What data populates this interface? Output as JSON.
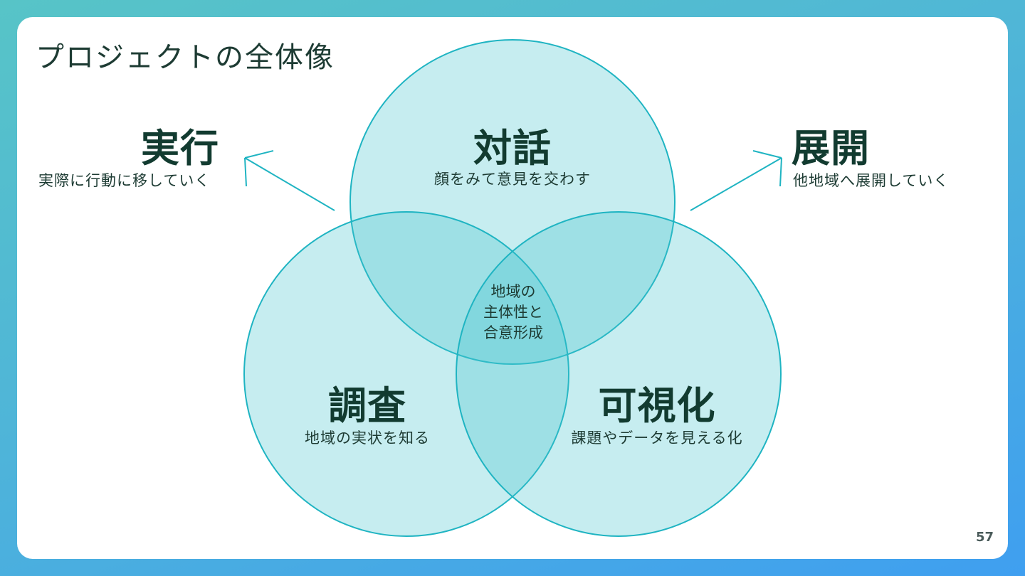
{
  "title": "プロジェクトの全体像",
  "page_number": "57",
  "colors": {
    "circle_fill": "#42c4cc",
    "circle_stroke": "#1fb4c2",
    "text_dark": "#123b30",
    "background_gradient": [
      "#57c4c7",
      "#3f9ff0"
    ]
  },
  "circles": {
    "top": {
      "heading": "対話",
      "sub": "顔をみて意見を交わす"
    },
    "bottom_left": {
      "heading": "調査",
      "sub": "地域の実状を知る"
    },
    "bottom_right": {
      "heading": "可視化",
      "sub": "課題やデータを見える化"
    }
  },
  "center": {
    "line1": "地域の",
    "line2": "主体性と",
    "line3": "合意形成"
  },
  "side_left": {
    "heading": "実行",
    "sub": "実際に行動に移していく",
    "arrow_icon": "arrow-up-left"
  },
  "side_right": {
    "heading": "展開",
    "sub": "他地域へ展開していく",
    "arrow_icon": "arrow-up-right"
  }
}
